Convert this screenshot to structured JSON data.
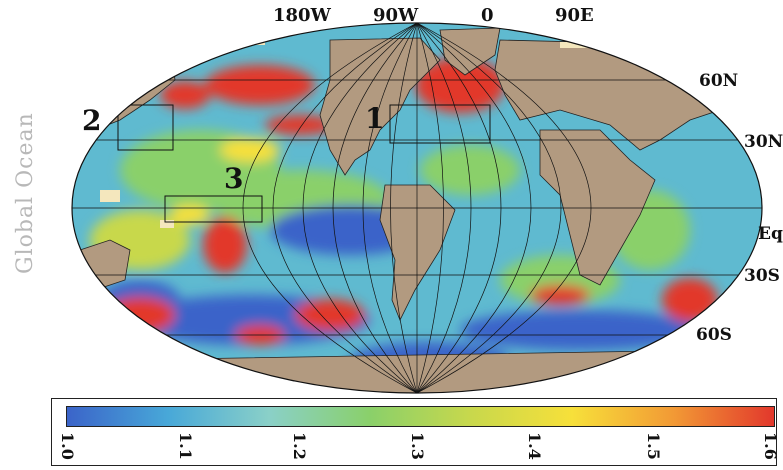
{
  "map": {
    "side_title": "Global Ocean",
    "longitude_labels": [
      "180W",
      "90W",
      "0",
      "90E"
    ],
    "latitude_labels": [
      "60N",
      "30N",
      "Eq",
      "30S",
      "60S"
    ],
    "regions": [
      "1",
      "2",
      "3"
    ],
    "colors": {
      "land": "#b29a80",
      "coast_ice": "#f4e7bd",
      "low": "#3b64c9",
      "mid": "#8ad06a",
      "high": "#e2382c",
      "grid": "#111111"
    }
  },
  "colorbar": {
    "min": 1.0,
    "max": 1.6,
    "tick_labels": [
      "1.0",
      "1.1",
      "1.2",
      "1.3",
      "1.4",
      "1.5",
      "1.6"
    ],
    "stops": [
      "#3b64c9",
      "#48a8d8",
      "#8ad0c8",
      "#8ad06a",
      "#c8d84c",
      "#f7e03a",
      "#f29a35",
      "#e2382c"
    ]
  }
}
